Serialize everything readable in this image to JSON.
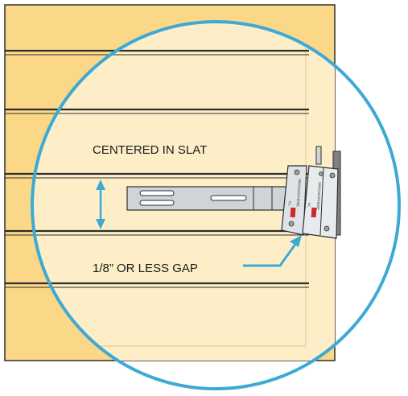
{
  "labels": {
    "centered": "CENTERED IN SLAT",
    "gap": "1/8” OR LESS GAP"
  },
  "colors": {
    "panel": "#fbd887",
    "panel_light": "#fdeec8",
    "slat_line": "#2d2d2d",
    "circle": "#3fa9d6",
    "arrow": "#3fa9d6",
    "metal": "#cfd4d9",
    "metal_dark": "#9aa1a8",
    "sensor_red": "#cc2a2a"
  },
  "icons": {
    "pointer": "leader-arrow-icon",
    "measure": "double-arrow-icon"
  },
  "sensor": {
    "brand_text": "MAGNASPHERE",
    "badge_text": "UL"
  }
}
